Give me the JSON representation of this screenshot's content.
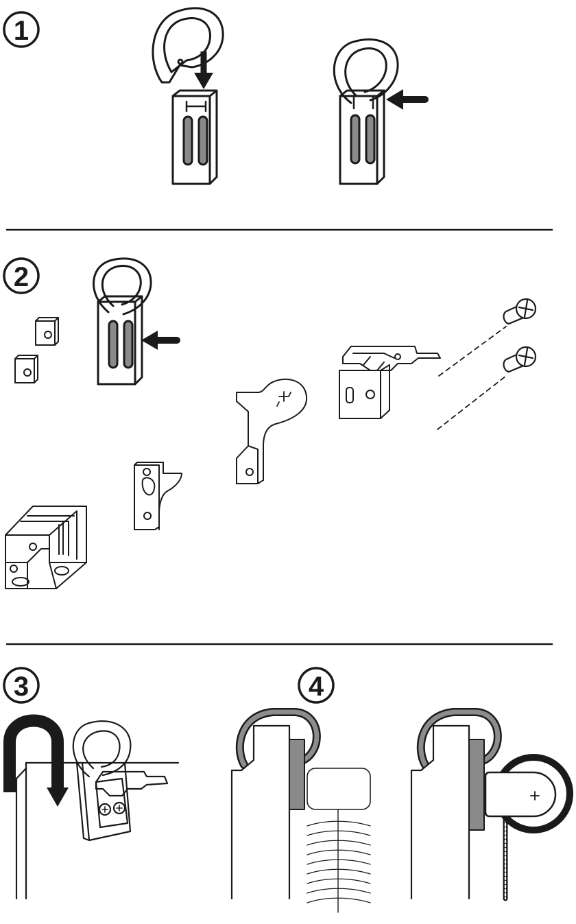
{
  "steps": [
    {
      "number": "1"
    },
    {
      "number": "2"
    },
    {
      "number": "3"
    },
    {
      "number": "4"
    }
  ],
  "colors": {
    "ink": "#1a1a1a",
    "slot_fill": "#8a8a8a",
    "strap_fill": "#8c8c8c",
    "paper": "#ffffff"
  },
  "icons": [
    "arrow-down-icon",
    "arrow-left-icon",
    "u-turn-arrow-icon",
    "screw-icon",
    "plus-icon"
  ]
}
